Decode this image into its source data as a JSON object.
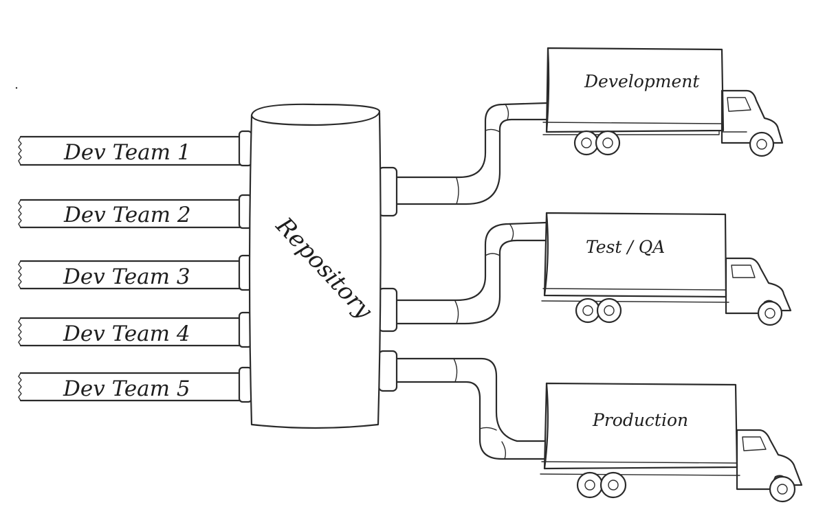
{
  "diagram": {
    "dev_teams": [
      {
        "label": "Dev Team 1"
      },
      {
        "label": "Dev Team 2"
      },
      {
        "label": "Dev Team 3"
      },
      {
        "label": "Dev Team 4"
      },
      {
        "label": "Dev Team 5"
      }
    ],
    "repository": {
      "label": "Repository"
    },
    "environments": [
      {
        "label": "Development"
      },
      {
        "label": "Test / QA"
      },
      {
        "label": "Production"
      }
    ]
  }
}
